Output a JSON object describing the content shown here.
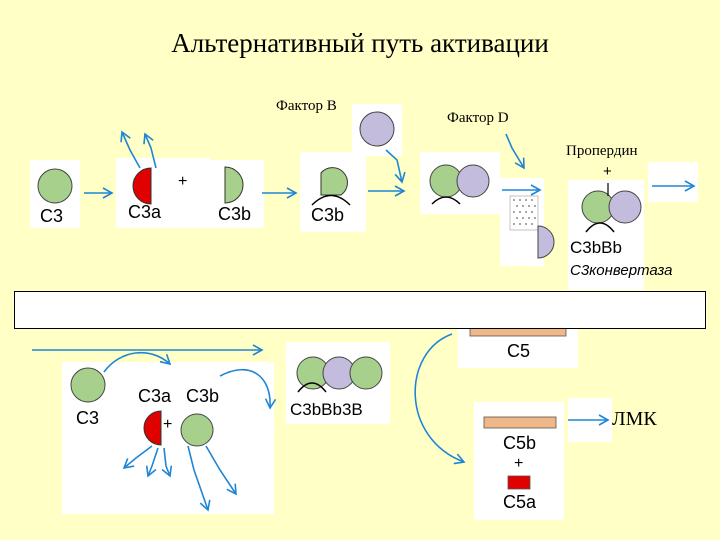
{
  "title": "Альтернативный путь активации",
  "top_labels": {
    "factor_b": "Фактор В",
    "factor_d": "Фактор D",
    "properdin": "Пропердин"
  },
  "row1": {
    "c3": "C3",
    "c3a": "C3a",
    "c3b": "C3b",
    "c3b_bound": "C3b",
    "plus": "+",
    "plus_prop": "+",
    "c3bbb": "C3bBb",
    "convertase": "C3конвертаза"
  },
  "row2": {
    "c3": "C3",
    "c3a": "C3a",
    "c3b": "C3b",
    "plus": "+",
    "c3bbb3b": "C3bBb3B",
    "c5": "C5",
    "c5b": "C5b",
    "plus_c5": "+",
    "c5a": "C5a",
    "lmk": "ЛМК"
  },
  "colors": {
    "background": "#ffffc6",
    "green": "#a8d08d",
    "lavender": "#c3bcdd",
    "red": "#e00000",
    "salmon": "#f0b888",
    "arrow": "#1f86d6"
  }
}
